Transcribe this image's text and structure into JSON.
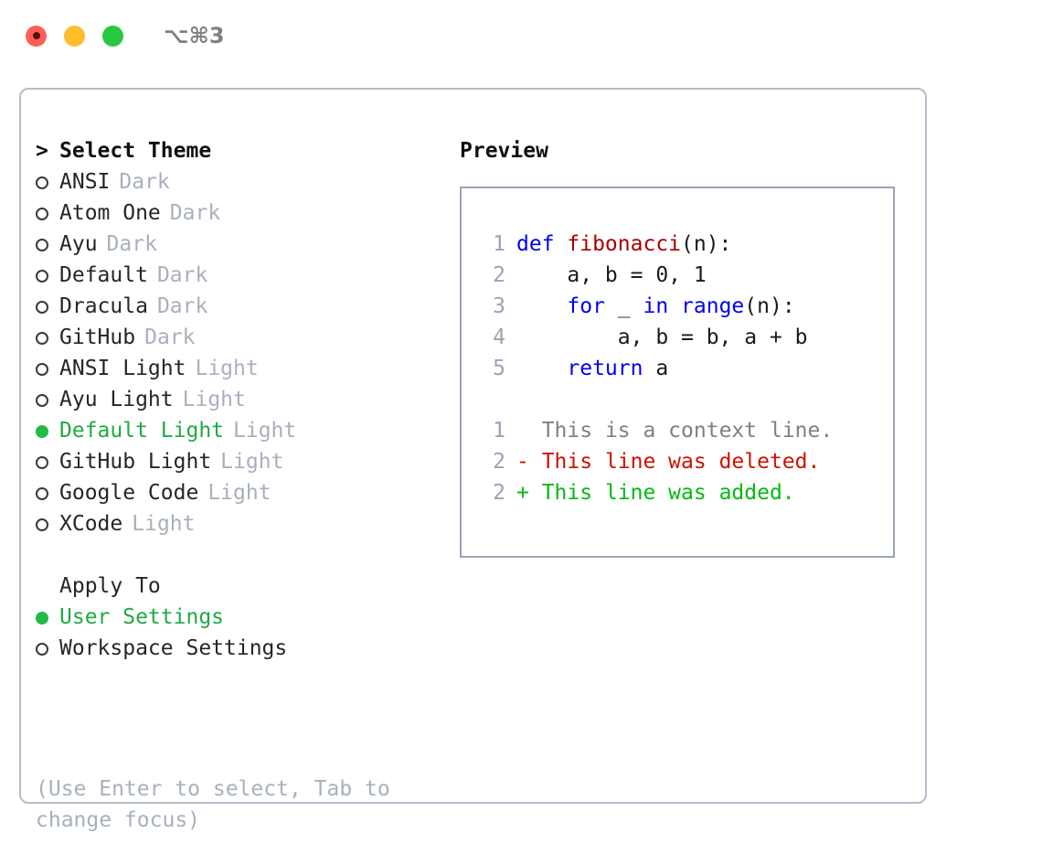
{
  "titlebar": {
    "lights": [
      {
        "name": "close-button",
        "color": "#ff5f57"
      },
      {
        "name": "minimize-button",
        "color": "#ffbd2e"
      },
      {
        "name": "maximize-button",
        "color": "#28c840"
      }
    ],
    "shortcut": "⌥⌘3"
  },
  "colors": {
    "card_border": "#b4bdca",
    "preview_border": "#9aa5b4",
    "accent_green": "#22bb44",
    "selected_text": "#1faa42",
    "muted": "#a8b0bd",
    "keyword_blue": "#0000ee",
    "function_red": "#aa0000",
    "lineno": "#99a3b3",
    "diff_context": "#808080",
    "diff_deleted": "#cc1100",
    "diff_added": "#00bb11"
  },
  "theme_panel": {
    "header": {
      "caret": ">",
      "title": "Select Theme"
    },
    "items": [
      {
        "label": "ANSI",
        "tag": "Dark",
        "selected": false
      },
      {
        "label": "Atom One",
        "tag": "Dark",
        "selected": false
      },
      {
        "label": "Ayu",
        "tag": "Dark",
        "selected": false
      },
      {
        "label": "Default",
        "tag": "Dark",
        "selected": false
      },
      {
        "label": "Dracula",
        "tag": "Dark",
        "selected": false
      },
      {
        "label": "GitHub",
        "tag": "Dark",
        "selected": false
      },
      {
        "label": "ANSI Light",
        "tag": "Light",
        "selected": false
      },
      {
        "label": "Ayu Light",
        "tag": "Light",
        "selected": false
      },
      {
        "label": "Default Light",
        "tag": "Light",
        "selected": true
      },
      {
        "label": "GitHub Light",
        "tag": "Light",
        "selected": false
      },
      {
        "label": "Google Code",
        "tag": "Light",
        "selected": false
      },
      {
        "label": "XCode",
        "tag": "Light",
        "selected": false
      }
    ]
  },
  "apply_to": {
    "header": "Apply To",
    "items": [
      {
        "label": "User Settings",
        "selected": true
      },
      {
        "label": "Workspace Settings",
        "selected": false
      }
    ]
  },
  "hint": "(Use Enter to select, Tab to change focus)",
  "preview": {
    "title": "Preview",
    "code_lines": [
      {
        "lineno": "1",
        "tokens": [
          {
            "text": "def ",
            "kind": "kw"
          },
          {
            "text": "fibonacci",
            "kind": "fn"
          },
          {
            "text": "(n):",
            "kind": "plain"
          }
        ]
      },
      {
        "lineno": "2",
        "tokens": [
          {
            "text": "    a, b = 0, 1",
            "kind": "plain"
          }
        ]
      },
      {
        "lineno": "3",
        "tokens": [
          {
            "text": "    ",
            "kind": "plain"
          },
          {
            "text": "for",
            "kind": "kw"
          },
          {
            "text": " _ ",
            "kind": "plain"
          },
          {
            "text": "in",
            "kind": "kw"
          },
          {
            "text": " ",
            "kind": "plain"
          },
          {
            "text": "range",
            "kind": "kw"
          },
          {
            "text": "(n):",
            "kind": "plain"
          }
        ]
      },
      {
        "lineno": "4",
        "tokens": [
          {
            "text": "        a, b = b, a + b",
            "kind": "plain"
          }
        ]
      },
      {
        "lineno": "5",
        "tokens": [
          {
            "text": "    ",
            "kind": "plain"
          },
          {
            "text": "return",
            "kind": "kw"
          },
          {
            "text": " a",
            "kind": "plain"
          }
        ]
      }
    ],
    "diff_lines": [
      {
        "lineno": "1",
        "sign": " ",
        "text": "This is a context line.",
        "kind": "ctx"
      },
      {
        "lineno": "2",
        "sign": "-",
        "text": "This line was deleted.",
        "kind": "del"
      },
      {
        "lineno": "2",
        "sign": "+",
        "text": "This line was added.",
        "kind": "add"
      }
    ]
  }
}
